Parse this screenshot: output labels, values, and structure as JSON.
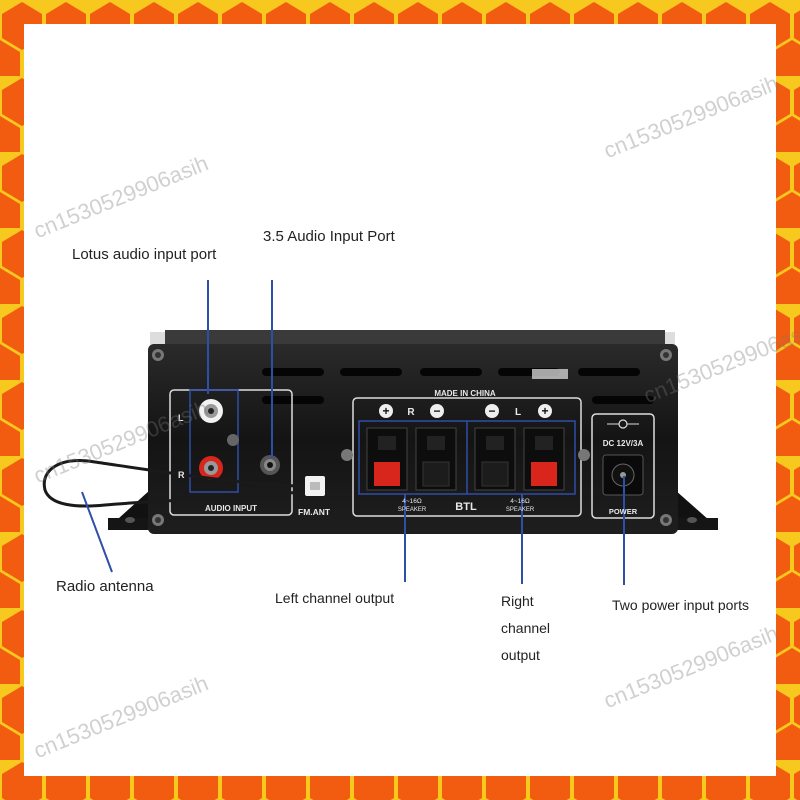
{
  "colors": {
    "border_orange": "#f25c10",
    "border_yellow": "#f7c81e",
    "chassis": "#161616",
    "panel_text": "#e8e8e8",
    "callout_line": "#2e4ea8",
    "watermark": "#8a8a8a",
    "terminal_red": "#d8261c"
  },
  "callouts": {
    "lotus": "Lotus audio input port",
    "jack35": "3.5 Audio Input Port",
    "antenna": "Radio antenna",
    "left_out": "Left channel output",
    "right_out": [
      "Right",
      "channel",
      "output"
    ],
    "power": "Two power input ports"
  },
  "panel": {
    "made_in": "MADE IN CHINA",
    "audio_input": "AUDIO INPUT",
    "rca_l": "L",
    "rca_r": "R",
    "fm_ant": "FM.ANT",
    "dc_label": "DC 12V/3A",
    "power_label": "POWER",
    "btl": "BTL",
    "speaker_spec": "4~16Ω",
    "speaker_word": "SPEAKER",
    "ch_r": "R",
    "ch_l": "L",
    "plus": "+",
    "minus": "−"
  },
  "watermark": "cn1530529906asih"
}
